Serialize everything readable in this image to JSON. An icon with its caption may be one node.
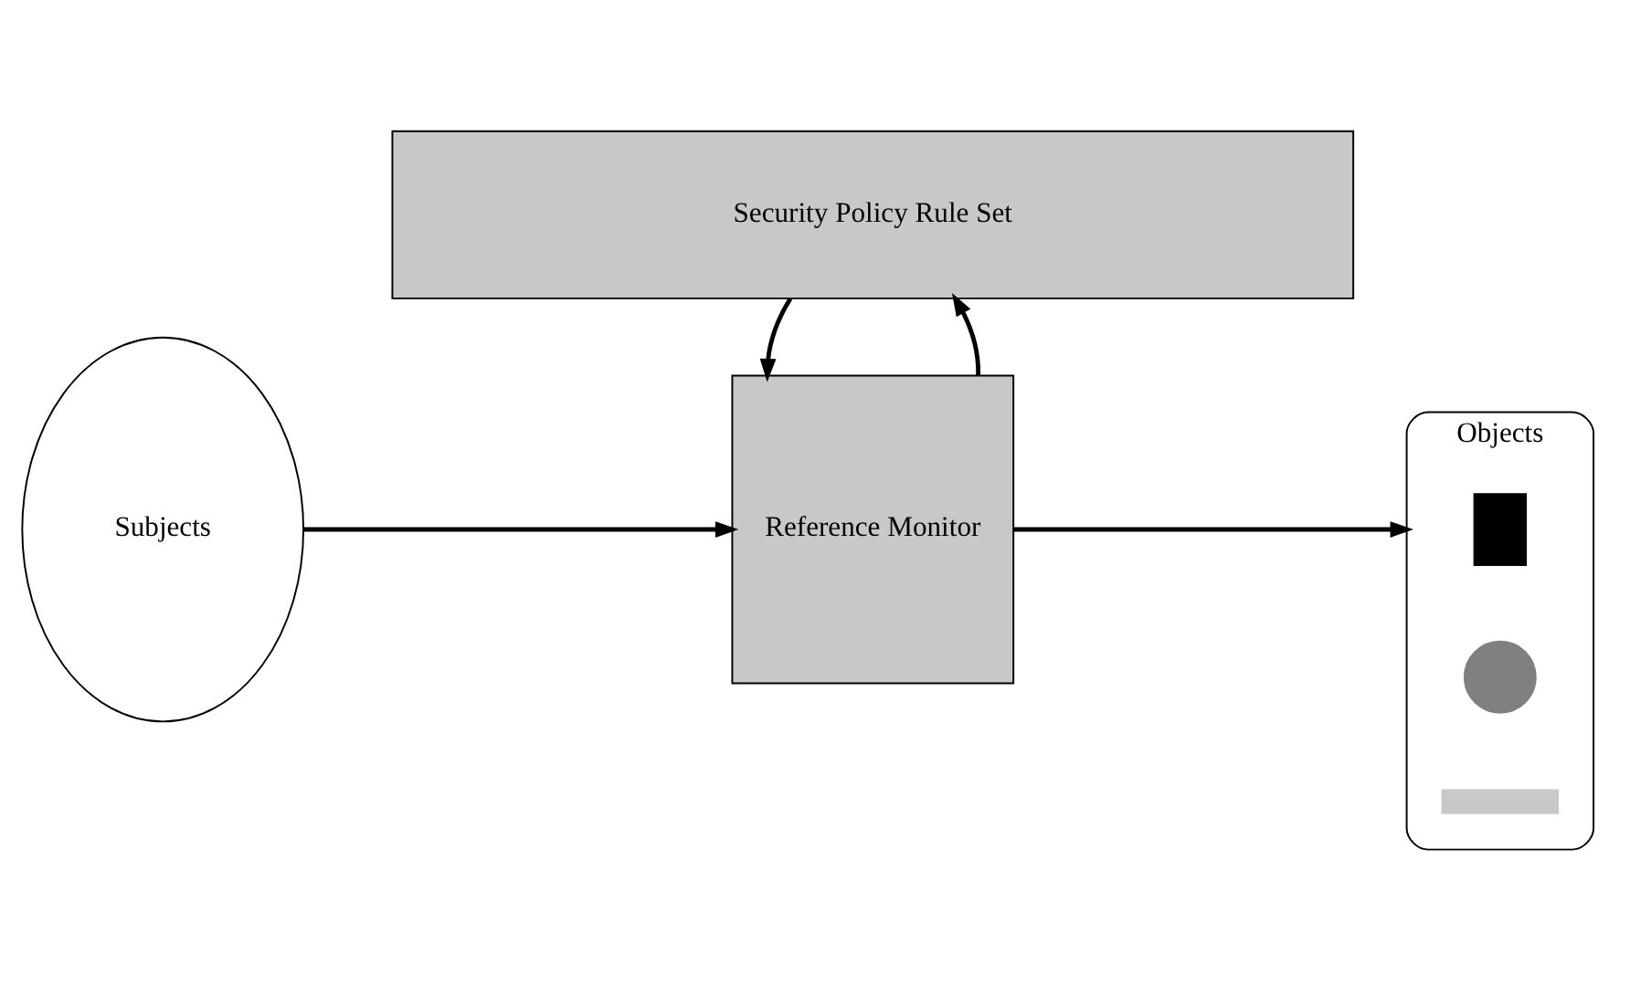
{
  "diagram": {
    "nodes": [
      {
        "text": [
          "Subjects"
        ]
      },
      {
        "text": [
          "Reference Monitor"
        ]
      },
      {
        "text": [
          "Objects"
        ]
      },
      {
        "text": [],
        "shape": "box",
        "in": 2
      },
      {
        "text": [],
        "shape": "circle",
        "in": 2
      },
      {
        "text": [],
        "shape": "bar",
        "in": 2
      },
      {
        "text": [
          "Security Policy Rule Set"
        ]
      }
    ],
    "edges": [
      {
        "from": 0,
        "to": 1,
        "arrow": "to"
      },
      {
        "from": 1,
        "to": 2,
        "arrow": "to"
      },
      {
        "from": 1,
        "to": 6,
        "arrow": "to"
      },
      {
        "from": 6,
        "to": 1,
        "arrow": "to"
      }
    ]
  }
}
